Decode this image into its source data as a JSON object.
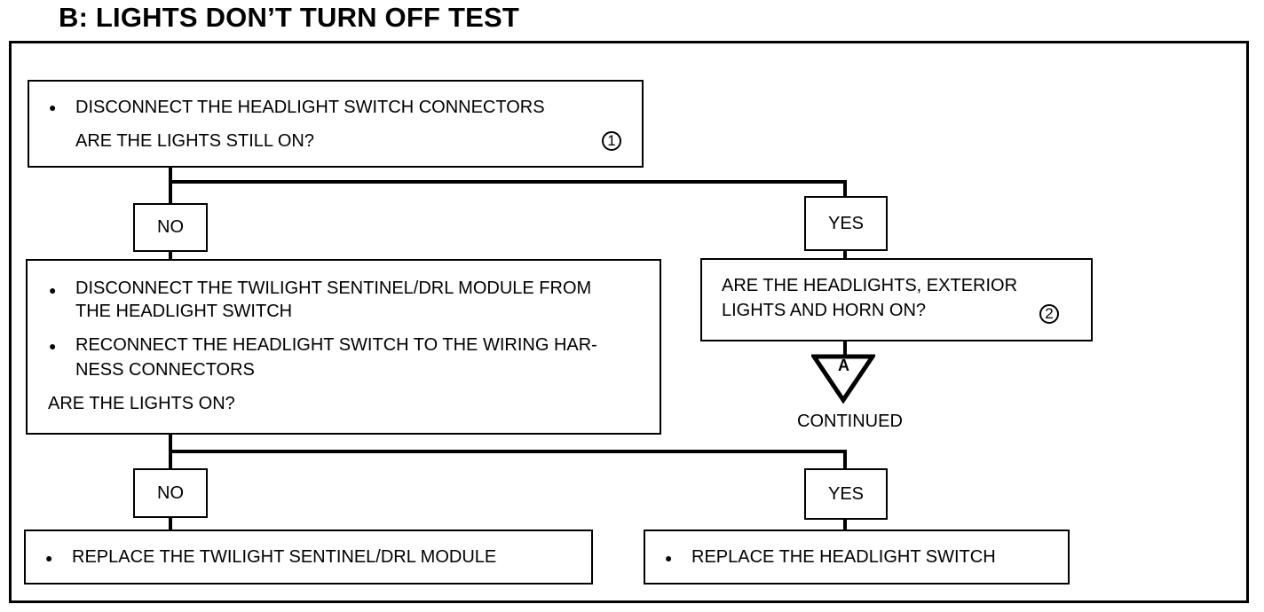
{
  "title": "B: LIGHTS DON’T TURN OFF TEST",
  "step1": {
    "bullet": "DISCONNECT THE HEADLIGHT SWITCH CONNECTORS",
    "question": "ARE THE LIGHTS STILL ON?",
    "ref": "1"
  },
  "branch1": {
    "no": "NO",
    "yes": "YES"
  },
  "step2": {
    "bullet1_line1": "DISCONNECT THE TWILIGHT SENTINEL/DRL MODULE FROM",
    "bullet1_line2": "THE HEADLIGHT SWITCH",
    "bullet2_line1": "RECONNECT THE HEADLIGHT SWITCH TO THE WIRING HAR-",
    "bullet2_line2": "NESS CONNECTORS",
    "question": "ARE THE LIGHTS ON?"
  },
  "step3": {
    "line1": "ARE THE HEADLIGHTS, EXTERIOR",
    "line2": "LIGHTS AND HORN ON?",
    "ref": "2"
  },
  "connector": {
    "letter": "A",
    "caption": "CONTINUED"
  },
  "branch2": {
    "no": "NO",
    "yes": "YES"
  },
  "result_no": "REPLACE THE TWILIGHT SENTINEL/DRL MODULE",
  "result_yes": "REPLACE THE HEADLIGHT SWITCH",
  "bullet_symbol": "●"
}
